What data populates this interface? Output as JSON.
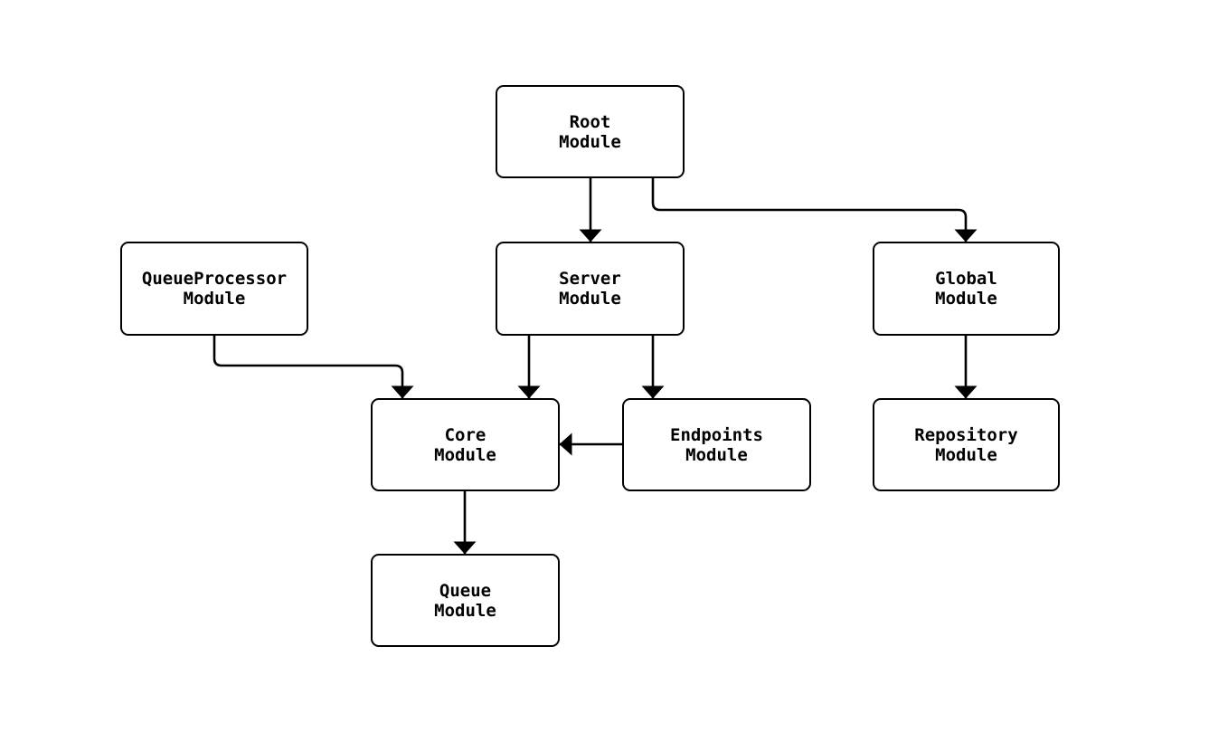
{
  "diagram": {
    "type": "flowchart",
    "background_color": "#ffffff",
    "node_fill_color": "#ffffff",
    "node_border_color": "#000000",
    "edge_color": "#000000",
    "text_color": "#000000",
    "nodes": {
      "root": {
        "label": "Root\nModule"
      },
      "queueprocessor": {
        "label": "QueueProcessor\nModule"
      },
      "server": {
        "label": "Server\nModule"
      },
      "global": {
        "label": "Global\nModule"
      },
      "core": {
        "label": "Core\nModule"
      },
      "endpoints": {
        "label": "Endpoints\nModule"
      },
      "repository": {
        "label": "Repository\nModule"
      },
      "queue": {
        "label": "Queue\nModule"
      }
    },
    "edges": [
      {
        "from": "Root Module",
        "to": "Server Module"
      },
      {
        "from": "Root Module",
        "to": "Global Module"
      },
      {
        "from": "QueueProcessor Module",
        "to": "Core Module"
      },
      {
        "from": "Server Module",
        "to": "Core Module"
      },
      {
        "from": "Server Module",
        "to": "Endpoints Module"
      },
      {
        "from": "Endpoints Module",
        "to": "Core Module"
      },
      {
        "from": "Global Module",
        "to": "Repository Module"
      },
      {
        "from": "Core Module",
        "to": "Queue Module"
      }
    ]
  }
}
